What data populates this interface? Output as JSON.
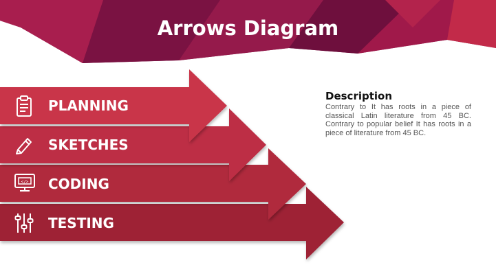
{
  "slide": {
    "title": "Arrows Diagram"
  },
  "steps": [
    {
      "label": "PLANNING",
      "icon": "clipboard-icon",
      "color": "#c9364a"
    },
    {
      "label": "SKETCHES",
      "icon": "pencil-icon",
      "color": "#bd2f44"
    },
    {
      "label": "CODING",
      "icon": "monitor-code-icon",
      "color": "#b02a3e"
    },
    {
      "label": "TESTING",
      "icon": "sliders-icon",
      "color": "#9e2336"
    }
  ],
  "description": {
    "title": "Description",
    "body": "Contrary to It has roots in a piece of classical Latin literature from 45 BC. Contrary to popular belief It has roots in a piece of literature from 45 BC."
  },
  "colors": {
    "banner_dark": "#6e0f3d",
    "banner_mid": "#8c1648",
    "banner_light": "#a81e4e",
    "banner_accent": "#c22a49",
    "text_light": "#ffffff"
  }
}
